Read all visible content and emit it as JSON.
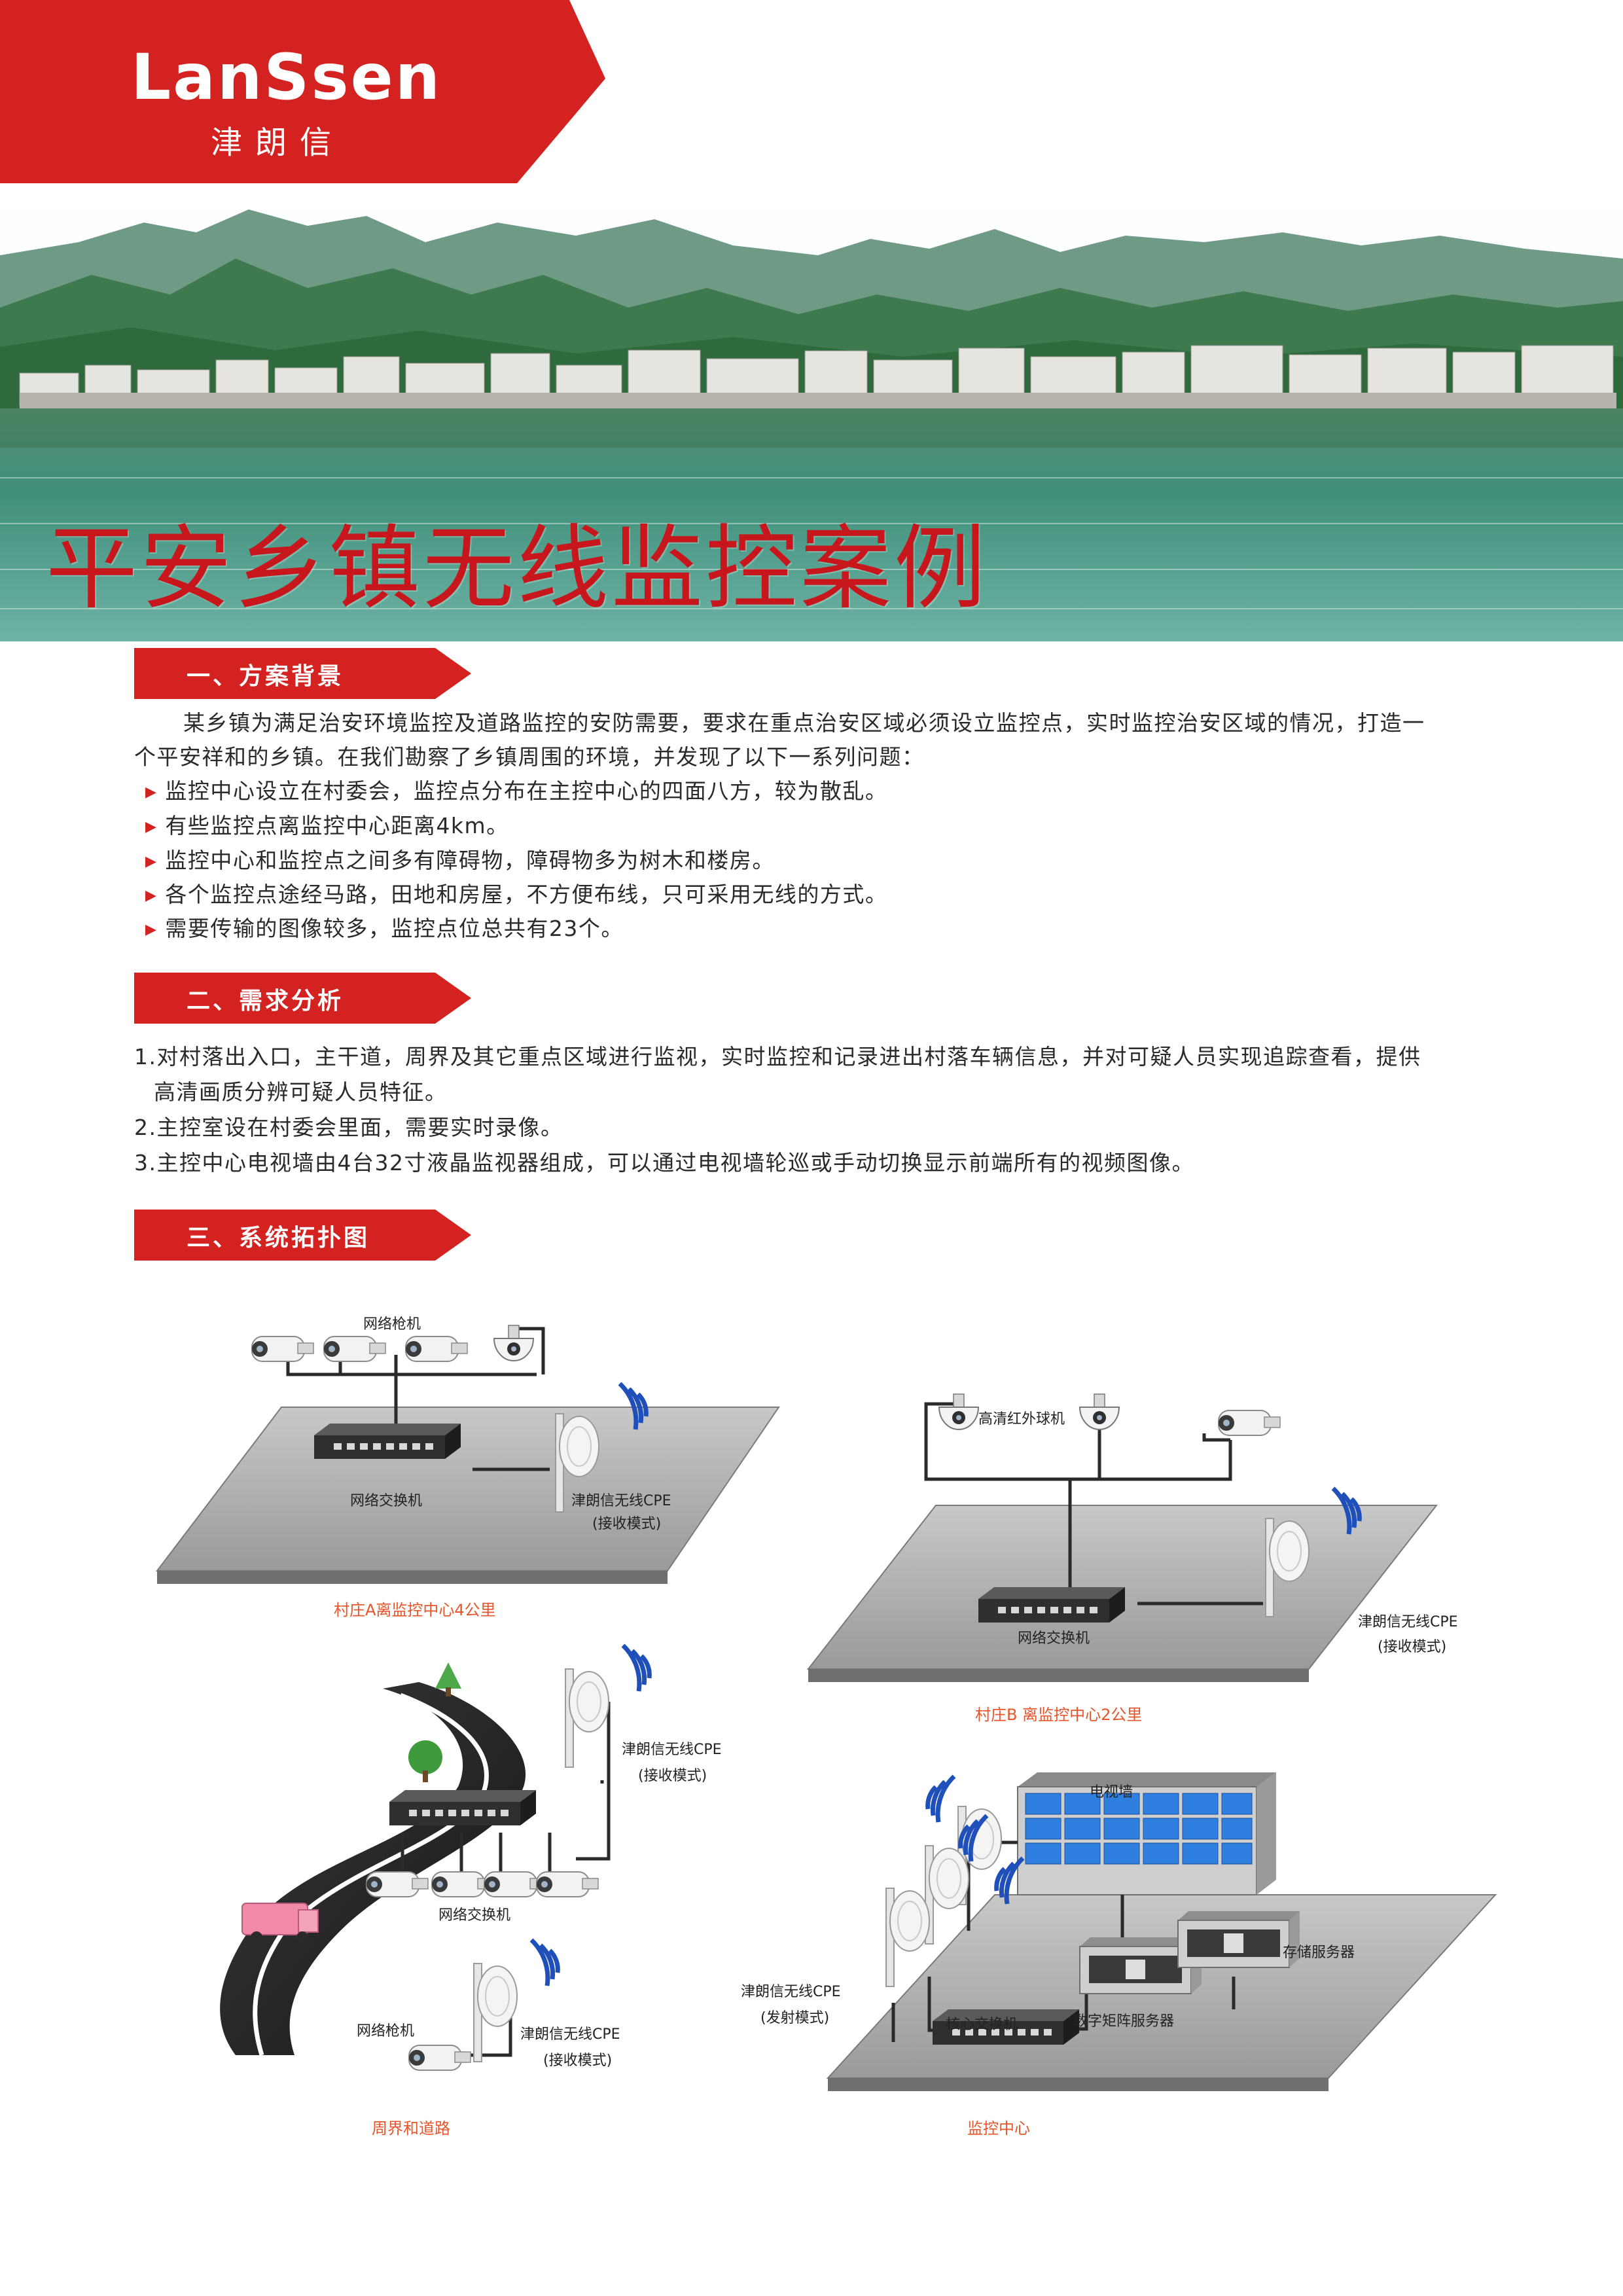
{
  "brand": {
    "logo": "LanSsen",
    "logo_cn": "津朗信",
    "color": "#d3221f"
  },
  "title": "平安乡镇无线监控案例",
  "sections": {
    "s1": {
      "heading": "一、方案背景",
      "intro_line1": "某乡镇为满足治安环境监控及道路监控的安防需要，要求在重点治安区域必须设立监控点，实时监控治安区域的情况，打造一",
      "intro_line2": "个平安祥和的乡镇。在我们勘察了乡镇周围的环境，并发现了以下一系列问题：",
      "bullets": [
        "监控中心设立在村委会，监控点分布在主控中心的四面八方，较为散乱。",
        "有些监控点离监控中心距离4km。",
        "监控中心和监控点之间多有障碍物，障碍物多为树木和楼房。",
        "各个监控点途经马路，田地和房屋，不方便布线，只可采用无线的方式。",
        "需要传输的图像较多，监控点位总共有23个。"
      ]
    },
    "s2": {
      "heading": "二、需求分析",
      "items": [
        "1.对村落出入口，主干道，周界及其它重点区域进行监视，实时监控和记录进出村落车辆信息，并对可疑人员实现追踪查看，提供",
        "高清画质分辨可疑人员特征。",
        "2.主控室设在村委会里面，需要实时录像。",
        "3.主控中心电视墙由4台32寸液晶监视器组成，可以通过电视墙轮巡或手动切换显示前端所有的视频图像。"
      ]
    },
    "s3": {
      "heading": "三、系统拓扑图"
    }
  },
  "diagram": {
    "site_a": {
      "camera_label": "网络枪机",
      "switch_label": "网络交换机",
      "cpe_label": "津朗信无线CPE",
      "cpe_mode": "(接收模式)",
      "caption": "村庄A离监控中心4公里"
    },
    "site_b": {
      "camera_label": "高清红外球机",
      "switch_label": "网络交换机",
      "cpe_label": "津朗信无线CPE",
      "cpe_mode": "(接收模式)",
      "caption": "村庄B  离监控中心2公里"
    },
    "site_c": {
      "cpe_label_top": "津朗信无线CPE",
      "cpe_mode_top": "(接收模式)",
      "switch_label": "网络交换机",
      "camera_label": "网络枪机",
      "cpe_label_bottom": "津朗信无线CPE",
      "cpe_mode_bottom": "(接收模式)",
      "caption": "周界和道路"
    },
    "site_d": {
      "tv_wall_label": "电视墙",
      "storage_label": "存储服务器",
      "matrix_label": "数字矩阵服务器",
      "core_switch_label": "核心交换机",
      "cpe_label": "津朗信无线CPE",
      "cpe_mode": "(发射模式)",
      "caption": "监控中心"
    }
  },
  "colors": {
    "accent": "#d3221f",
    "caption": "#e8552a",
    "wifi": "#1f4fb8",
    "tv": "#2f7fe0"
  }
}
